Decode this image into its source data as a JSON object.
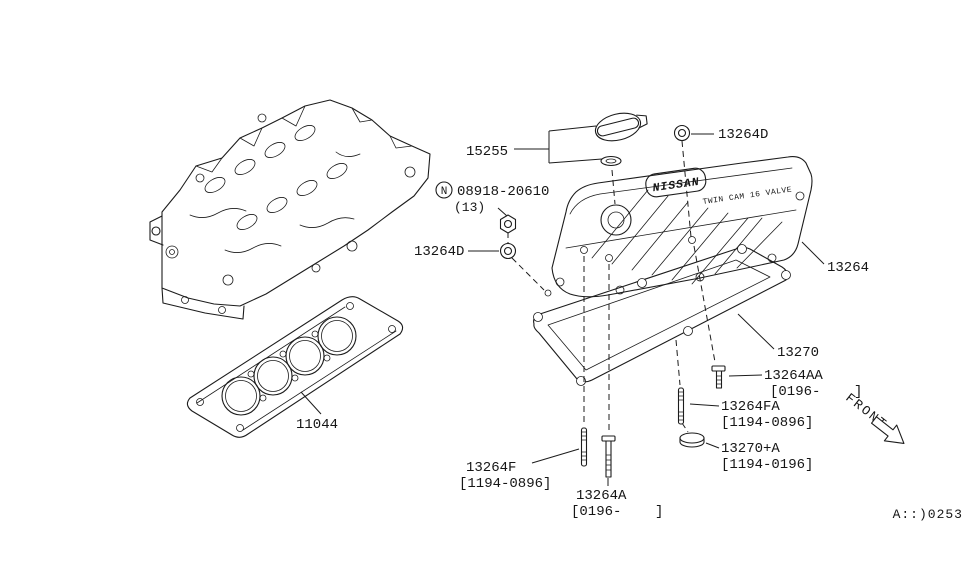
{
  "meta": {
    "background": "#ffffff",
    "ink": "#1c1c1c"
  },
  "cover_art": {
    "brand": "NISSAN",
    "engraving": "TWIN CAM 16 VALVE"
  },
  "front": {
    "label": "FRONT"
  },
  "doc": {
    "code": "A::)0253"
  },
  "callouts": {
    "oil_filler_cap": {
      "label": "15255"
    },
    "grommet_top": {
      "label": "13264D"
    },
    "grommet_left": {
      "label": "13264D"
    },
    "flange_nut": {
      "symbol": "N",
      "label": "08918-20610",
      "qty": "(13)"
    },
    "rocker_cover": {
      "label": "13264"
    },
    "rocker_cover_gasket": {
      "label": "13270"
    },
    "bolt_aa": {
      "label": "13264AA",
      "range": "[0196-    ]"
    },
    "stud_fa": {
      "label": "13264FA",
      "range": "[1194-0896]"
    },
    "plug_a": {
      "label": "13270+A",
      "range": "[1194-0196]"
    },
    "head_gasket": {
      "label": "11044"
    },
    "stud_f": {
      "label": "13264F",
      "range": "[1194-0896]"
    },
    "bolt_a": {
      "label": "13264A",
      "range": "[0196-    ]"
    }
  }
}
